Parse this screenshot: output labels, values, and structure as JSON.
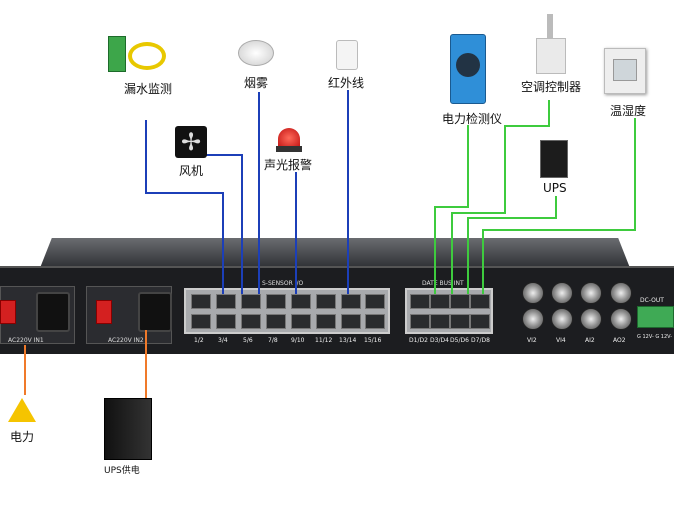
{
  "sensors": {
    "water_leak": "漏水监测",
    "smoke": "烟雾",
    "infrared": "红外线",
    "fan": "风机",
    "alarm": "声光报警",
    "power_meter": "电力检测仪",
    "ac_controller": "空调控制器",
    "temp_humidity": "温湿度",
    "ups": "UPS",
    "mains": "电力",
    "ups_supply": "UPS供电"
  },
  "panel": {
    "ac_in1": "AC220V IN1",
    "ac_in2": "AC220V IN2",
    "sensor_header": "S-SENSOR I/O",
    "bus_header": "DATE  BUS  INT",
    "sensor_ports": [
      "1/2",
      "3/4",
      "5/6",
      "7/8",
      "9/10",
      "11/12",
      "13/14",
      "15/16"
    ],
    "data_ports": [
      "D1/D2",
      "D3/D4",
      "D5/D6",
      "D7/D8"
    ],
    "analog_ports": [
      "VI2",
      "VI4",
      "AI2",
      "AO2"
    ],
    "dc_out": "DC-OUT",
    "dc_terminals": "G 12V- G 12V-"
  },
  "colors": {
    "sensor_wire": "#1c3fb8",
    "bus_wire": "#3ecb3e",
    "power_wire": "#f07a2a"
  }
}
